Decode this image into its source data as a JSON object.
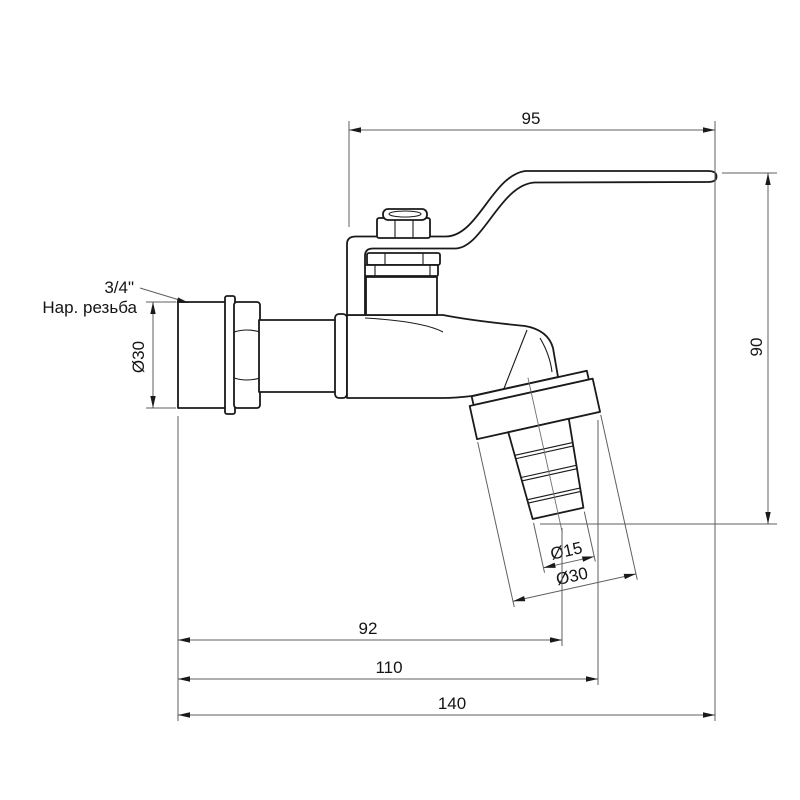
{
  "drawing": {
    "type": "technical-dimension-drawing",
    "subject": "ball valve tap with hose barb outlet",
    "dims": {
      "d95": "95",
      "d90": "90",
      "d92": "92",
      "d110": "110",
      "d140": "140",
      "thread_dia": "Ø30",
      "outlet_dia": "Ø15",
      "collar_dia": "Ø30"
    },
    "labels": {
      "thread_size": "3/4\"",
      "thread_kind": "Нар. резьба"
    },
    "colors": {
      "object_line": "#1a1a1a",
      "dimension_line": "#5f5f5f",
      "background": "#ffffff"
    }
  }
}
